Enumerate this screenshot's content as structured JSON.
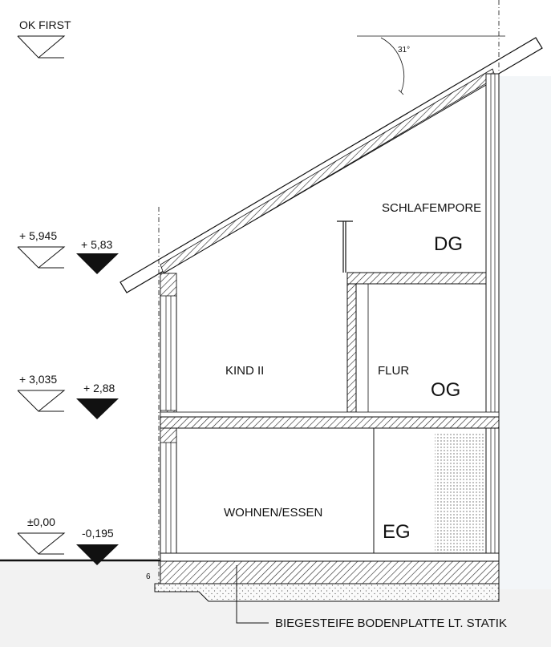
{
  "levels_left": {
    "ok_first": "OK FIRST",
    "raw_dg": "+ 5,945",
    "raw_og": "+ 3,035",
    "raw_eg": "±0,00"
  },
  "levels_right": {
    "fin_dg": "+ 5,83",
    "fin_og": "+ 2,88",
    "fin_eg": "-0,195"
  },
  "rooms": {
    "schlafempore": "SCHLAFEMPORE",
    "kind": "KIND II",
    "flur": "FLUR",
    "wohnen": "WOHNEN/ESSEN"
  },
  "floors": {
    "dg": "DG",
    "og": "OG",
    "eg": "EG"
  },
  "roof_angle": "31°",
  "foundation_note": "BIEGESTEIFE BODENPLATTE LT. STATIK",
  "colors": {
    "line": "#111111",
    "ground_fill": "#f2f2f2",
    "facade_fill": "#f3f6f8"
  }
}
